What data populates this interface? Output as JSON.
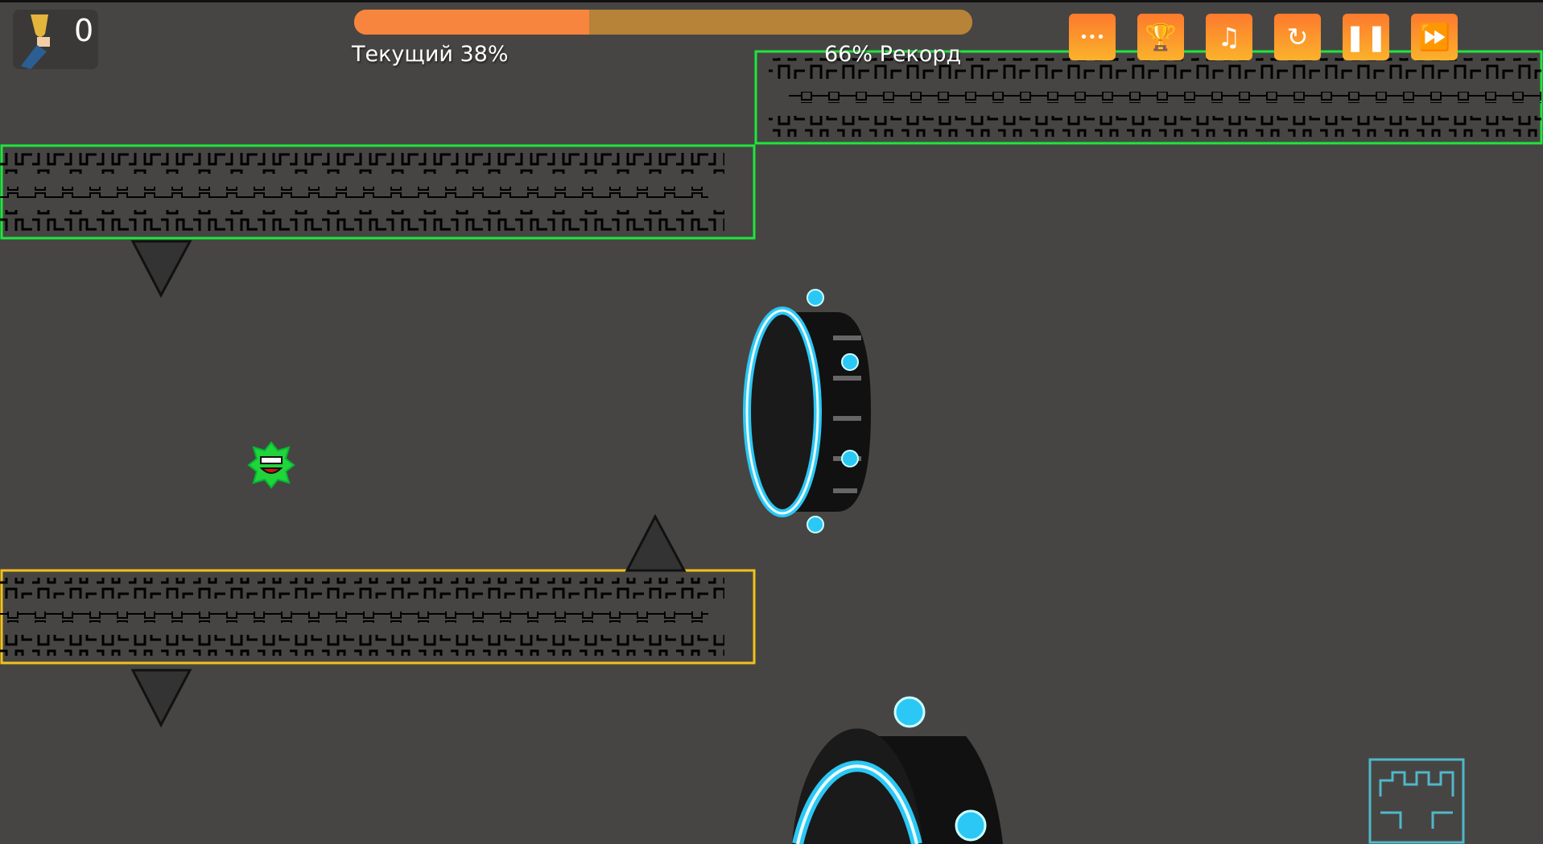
{
  "hud": {
    "score": "0",
    "progress_percent": 38,
    "record_percent": 66,
    "current_label": "Текущий 38%",
    "record_label": "66% Рекорд",
    "progress_fill_color": "#f8853d",
    "progress_track_color": "#b78338"
  },
  "buttons": [
    {
      "name": "more-button",
      "icon": "dots-icon",
      "glyph": "•••"
    },
    {
      "name": "achievements-button",
      "icon": "trophy-icon",
      "glyph": "🏆"
    },
    {
      "name": "music-button",
      "icon": "music-note-icon",
      "glyph": "♫"
    },
    {
      "name": "restart-button",
      "icon": "restart-icon",
      "glyph": "↻"
    },
    {
      "name": "pause-button",
      "icon": "pause-icon",
      "glyph": "❚❚"
    },
    {
      "name": "fast-forward-button",
      "icon": "fast-forward-icon",
      "glyph": "⏩"
    }
  ],
  "colors": {
    "background": "#474543",
    "green_block": "#1ee63c",
    "yellow_block": "#f1c21b",
    "orange_chain": "#f07a1c",
    "portal": "#2bc8f5"
  }
}
